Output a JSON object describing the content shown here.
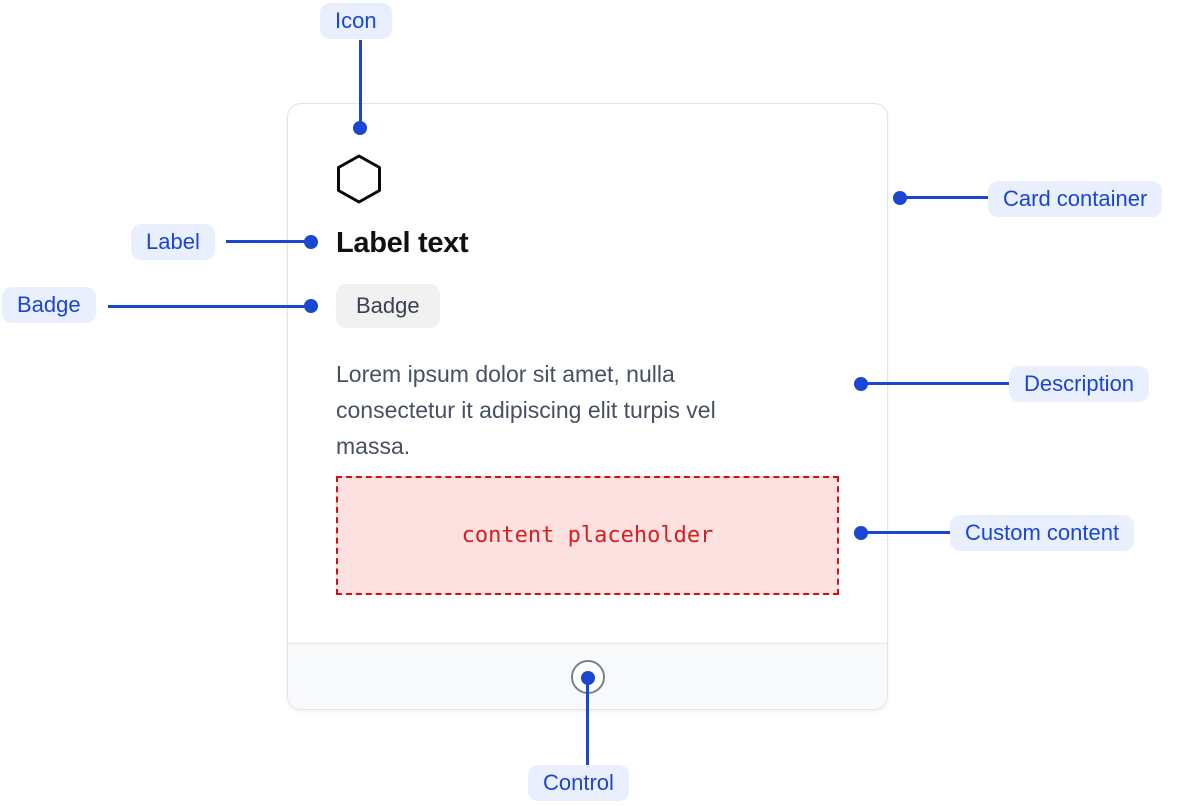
{
  "colors": {
    "annotation_text": "#1b46d2",
    "annotation_line": "#1b46d2",
    "annotation_pill_bg": "#e9effd",
    "card_bg": "#ffffff",
    "card_border": "#e4e4e8",
    "label_text_color": "#101113",
    "badge_bg": "#f1f1f2",
    "badge_text_color": "#364152",
    "description_color": "#475063",
    "placeholder_bg": "#fde1e1",
    "placeholder_border": "#d40f0f",
    "placeholder_text_color": "#d42020",
    "footer_bg": "#f8f9fa",
    "footer_border": "#e5e6ea",
    "control_border": "#79808f"
  },
  "annotations": {
    "icon": "Icon",
    "label": "Label",
    "badge": "Badge",
    "card_container": "Card container",
    "description": "Description",
    "custom_content": "Custom content",
    "control": "Control"
  },
  "card": {
    "icon_name": "hexagon-icon",
    "label_text": "Label text",
    "badge": "Badge",
    "description": "Lorem ipsum dolor sit amet, nulla\nconsectetur it adipiscing elit turpis vel\nmassa.",
    "custom_content_text": "content placeholder"
  }
}
